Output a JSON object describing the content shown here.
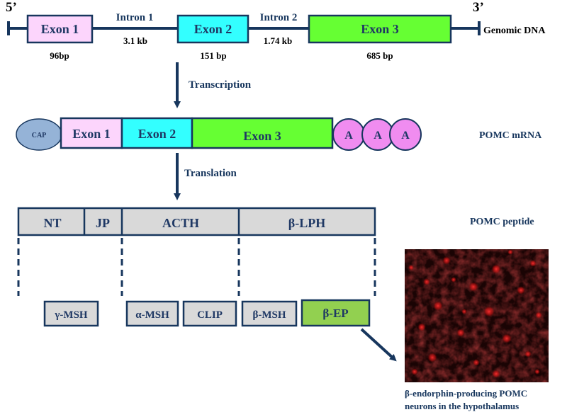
{
  "genomic": {
    "end5": "5’",
    "end3": "3’",
    "exon1": "Exon 1",
    "exon2": "Exon 2",
    "exon3": "Exon 3",
    "intron1": "Intron 1",
    "intron2": "Intron 2",
    "intron1_size": "3.1 kb",
    "intron2_size": "1.74 kb",
    "exon1_size": "96bp",
    "exon2_size": "151 bp",
    "exon3_size": "685 bp",
    "label": "Genomic DNA"
  },
  "transcription_label": "Transcription",
  "mrna": {
    "cap": "CAP",
    "exon1": "Exon 1",
    "exon2": "Exon 2",
    "exon3": "Exon 3",
    "polya": [
      "A",
      "A",
      "A"
    ],
    "label": "POMC mRNA"
  },
  "translation_label": "Translation",
  "peptide": {
    "segments": [
      "NT",
      "JP",
      "ACTH",
      "β-LPH"
    ],
    "label": "POMC peptide"
  },
  "products": [
    "γ-MSH",
    "α-MSH",
    "CLIP",
    "β-MSH",
    "β-EP"
  ],
  "micrograph_caption": [
    "β-endorphin-producing POMC",
    "neurons in the hypothalamus"
  ],
  "colors": {
    "exon1": "#fcd5fc",
    "exon2": "#33ffff",
    "exon3": "#66ff33",
    "polya": "#f08cf0",
    "cap": "#95b3d7",
    "peptide": "#d9d9d9",
    "beta_ep": "#92d050",
    "navy": "#17365d"
  }
}
